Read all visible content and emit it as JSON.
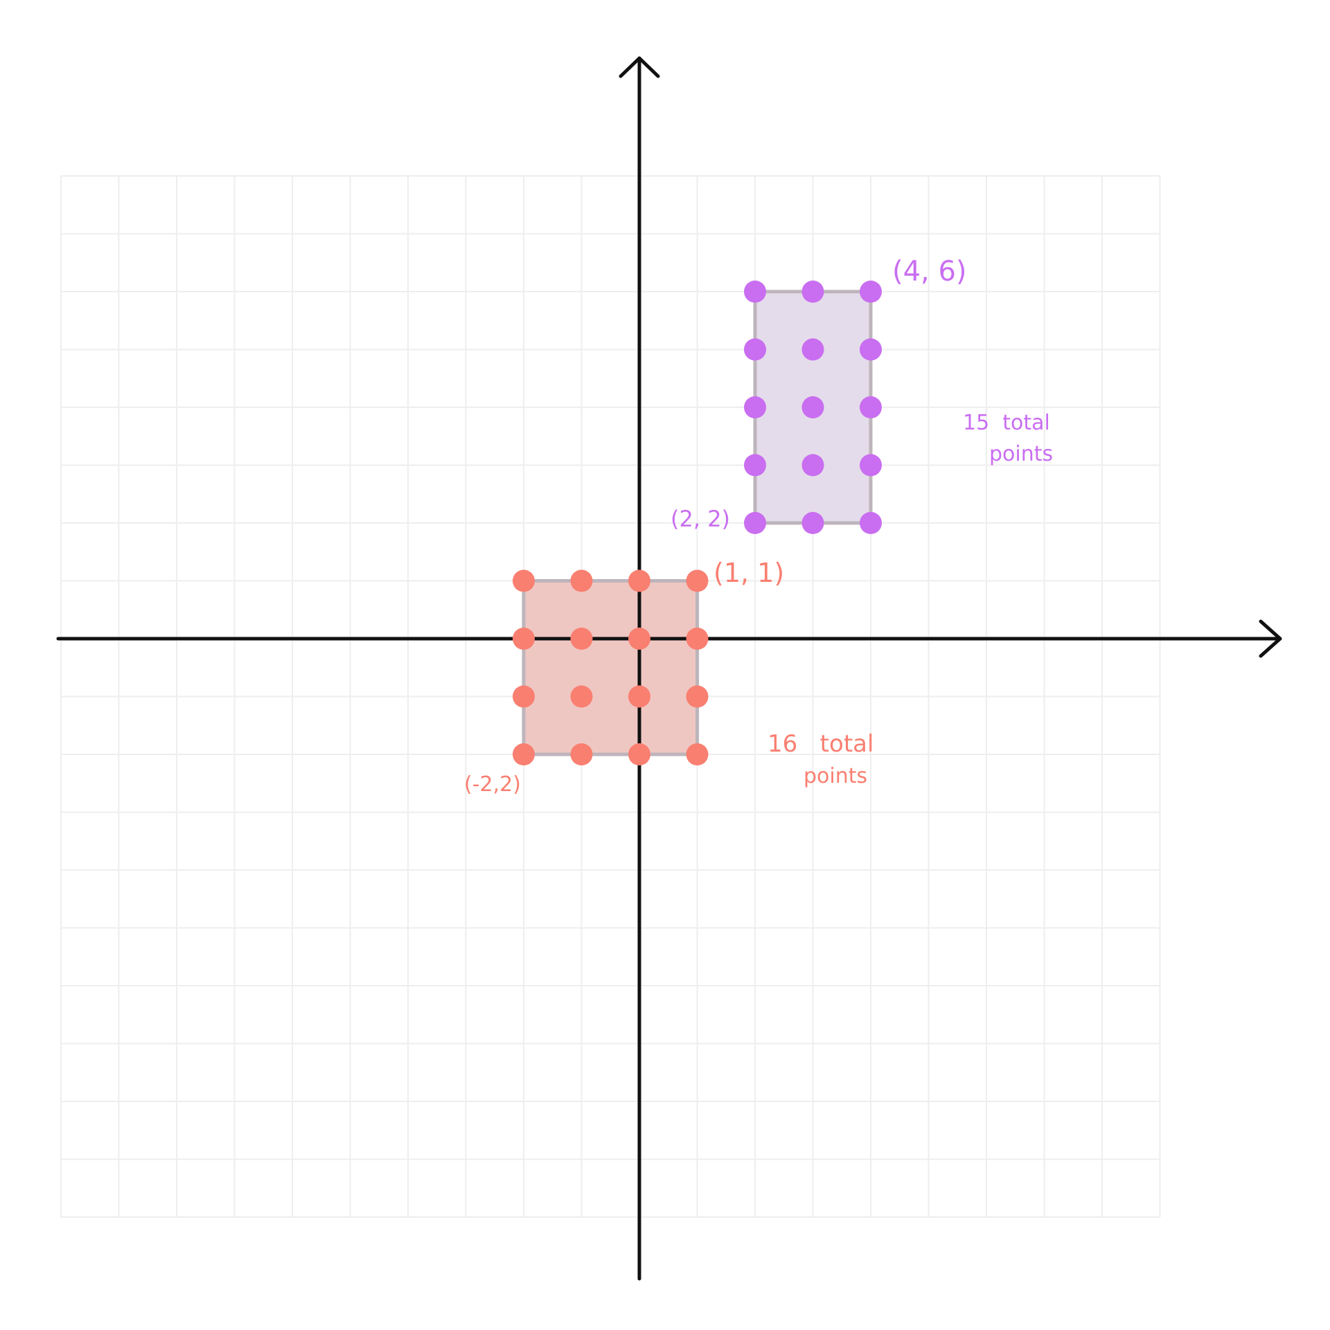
{
  "graph": {
    "x_range": [
      -10,
      10
    ],
    "y_range": [
      -11,
      10
    ],
    "grid_step": 1,
    "regions": [
      {
        "name": "purple-rectangle",
        "color": "#c96ef0",
        "fill": "#e4dcea",
        "x_from": 2,
        "x_to": 4,
        "y_from": 2,
        "y_to": 6,
        "corner_labels": [
          {
            "text": "(4, 6)",
            "x": 4,
            "y": 6,
            "anchor": "upper-right"
          },
          {
            "text": "(2, 2)",
            "x": 2,
            "y": 2,
            "anchor": "left"
          }
        ],
        "count_label": {
          "line1": "15  total",
          "line2": "points"
        }
      },
      {
        "name": "red-square",
        "color": "#f97f71",
        "fill": "#efc7c2",
        "x_from": -2,
        "x_to": 1,
        "y_from": -2,
        "y_to": 1,
        "corner_labels": [
          {
            "text": "(1, 1)",
            "x": 1,
            "y": 1,
            "anchor": "upper-right"
          },
          {
            "text": "(-2,2)",
            "x": -2,
            "y": -2,
            "anchor": "lower-left"
          }
        ],
        "count_label": {
          "line1": "16   total",
          "line2": "points"
        }
      }
    ]
  }
}
